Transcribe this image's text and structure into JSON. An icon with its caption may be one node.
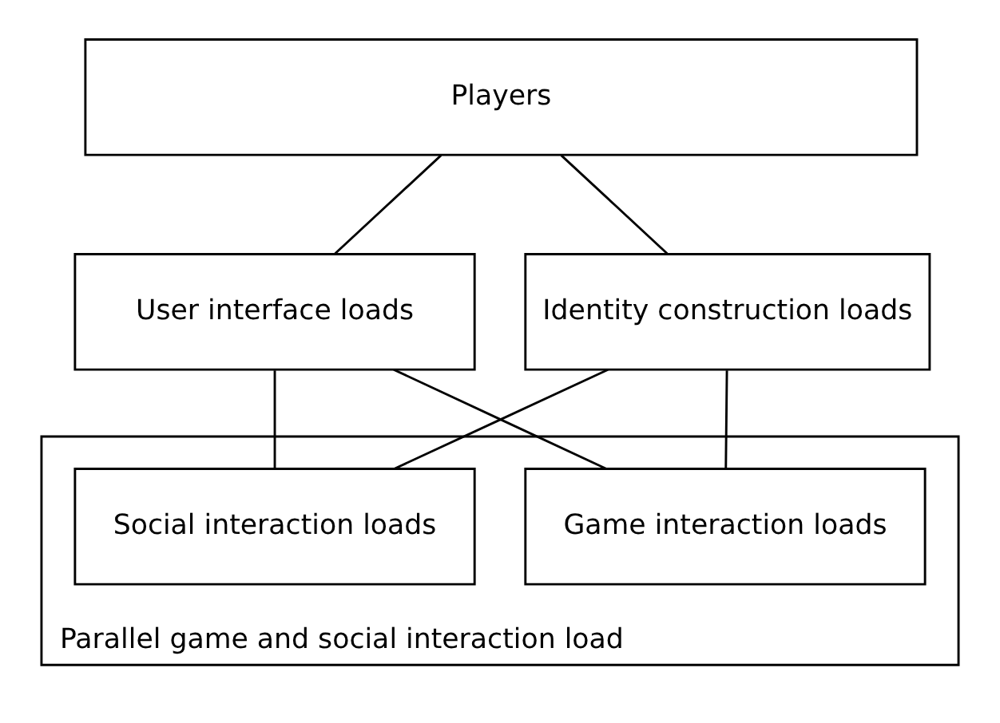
{
  "diagram": {
    "nodes": [
      {
        "text": [
          "Players"
        ]
      },
      {
        "text": [
          "User interface loads"
        ]
      },
      {
        "text": [
          "Identity construction loads"
        ]
      },
      {
        "text": [
          "Parallel game and social interaction load"
        ]
      },
      {
        "text": [
          "Game interaction loads"
        ],
        "in": 3
      },
      {
        "text": [
          "Social interaction loads"
        ],
        "in": 3
      }
    ],
    "edges": [
      {
        "from": 0,
        "to": 1,
        "arrow": "none"
      },
      {
        "from": 0,
        "to": 2,
        "arrow": "none"
      },
      {
        "from": 1,
        "to": 4,
        "arrow": "none"
      },
      {
        "from": 1,
        "to": 5,
        "arrow": "none"
      },
      {
        "from": 2,
        "to": 4,
        "arrow": "none"
      },
      {
        "from": 2,
        "to": 5,
        "arrow": "none"
      }
    ]
  }
}
